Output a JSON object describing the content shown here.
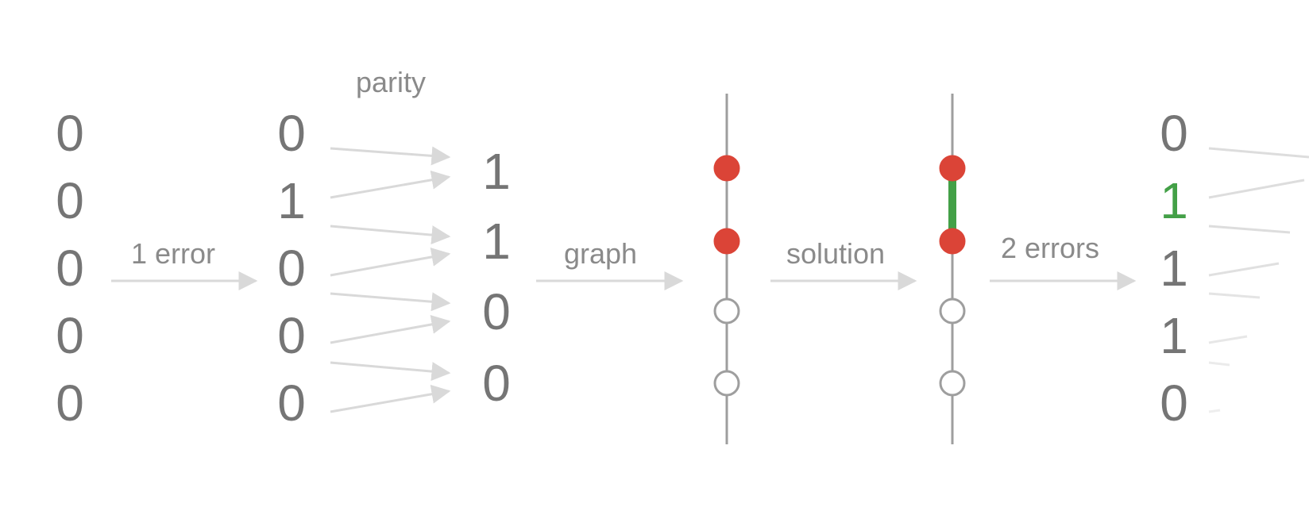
{
  "colors": {
    "text": "#757575",
    "label": "#8a8a8a",
    "arrow": "#d9d9d9",
    "line": "#9e9e9e",
    "error_node": "#db4437",
    "highlight": "#43a047",
    "empty_node": "#ffffff"
  },
  "labels": {
    "parity": "parity",
    "one_error": "1 error",
    "graph": "graph",
    "solution": "solution",
    "two_errors": "2 errors"
  },
  "columns": {
    "original": [
      "0",
      "0",
      "0",
      "0",
      "0"
    ],
    "corrupted": [
      "0",
      "1",
      "0",
      "0",
      "0"
    ],
    "parity": [
      "1",
      "1",
      "0",
      "0"
    ],
    "decoded": [
      "0",
      "1",
      "1",
      "1",
      "0"
    ]
  },
  "decoded_highlight_index": 1,
  "graph": {
    "nodes": [
      {
        "state": "error"
      },
      {
        "state": "error"
      },
      {
        "state": "empty"
      },
      {
        "state": "empty"
      }
    ]
  },
  "solution": {
    "nodes": [
      {
        "state": "error"
      },
      {
        "state": "error"
      },
      {
        "state": "empty"
      },
      {
        "state": "empty"
      }
    ],
    "matched_pair": [
      0,
      1
    ]
  }
}
